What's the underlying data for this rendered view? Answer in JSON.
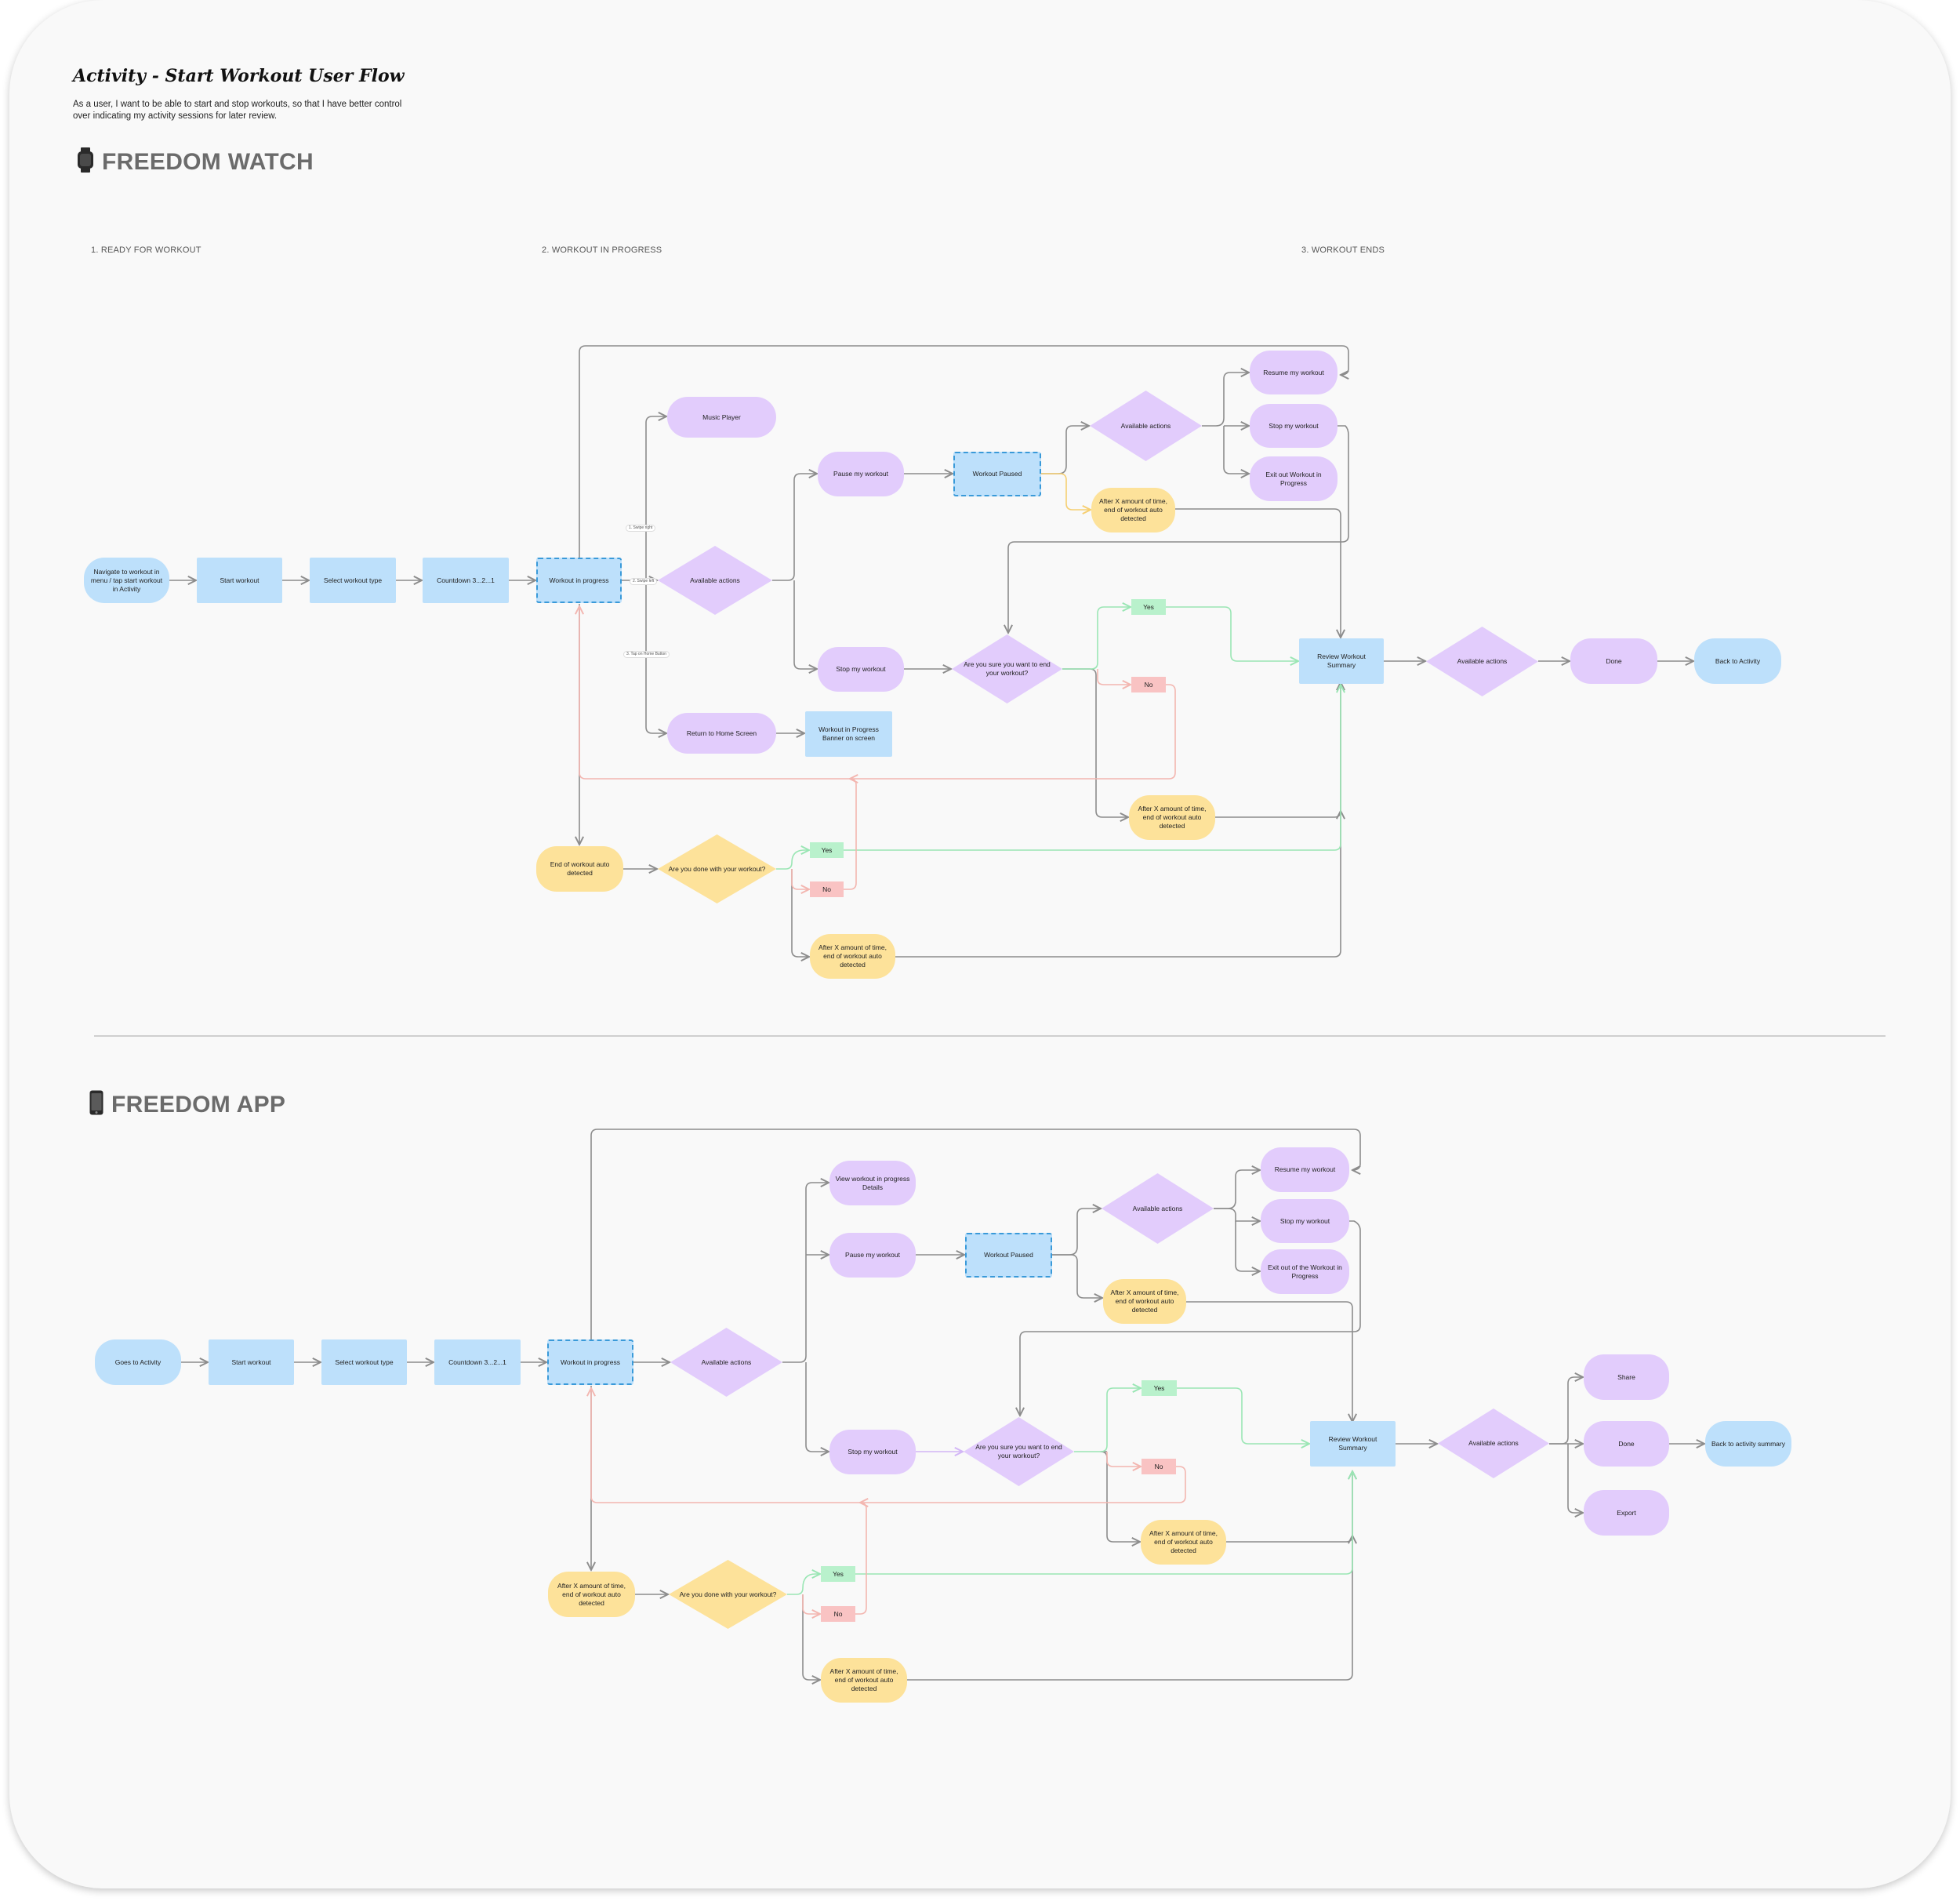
{
  "header": {
    "title": "Activity - Start Workout User Flow",
    "subtitle": "As a user, I want to be able to start and stop workouts, so that I have better control over indicating my activity sessions for later review."
  },
  "colors": {
    "process": "#bde0fb",
    "action": "#e2ccfc",
    "auto_detect": "#fde29a",
    "yes": "#b9f1cc",
    "no": "#f9c3c3",
    "connector": "#8c8c8c"
  },
  "watch": {
    "section_title": "FREEDOM WATCH",
    "icon": "watch-icon",
    "phases": [
      "1. READY FOR WORKOUT",
      "2. WORKOUT IN PROGRESS",
      "3. WORKOUT ENDS"
    ],
    "edge_labels": [
      "1. Swipe right",
      "2. Swipe left",
      "3. Tap on Home Button"
    ],
    "nodes": {
      "navigate": "Navigate to workout in menu / tap start workout in Activity",
      "start": "Start workout",
      "select_type": "Select workout type",
      "countdown": "Countdown 3...2...1",
      "in_progress": "Workout in progress",
      "available_actions_1": "Available actions",
      "music_player": "Music Player",
      "pause": "Pause my workout",
      "paused": "Workout Paused",
      "available_actions_2": "Available actions",
      "resume": "Resume my workout",
      "stop_2": "Stop my workout",
      "exit": "Exit out Workout in Progress",
      "auto_1": "After X amount of time, end of workout auto detected",
      "stop": "Stop my workout",
      "confirm": "Are you sure you want to end your workout?",
      "yes_1": "Yes",
      "no_1": "No",
      "auto_2": "After X amount of time, end of workout auto detected",
      "return_home": "Return to Home Screen",
      "banner": "Workout in Progress Banner on screen",
      "end_detected": "End of workout auto detected",
      "done_q": "Are you done with your workout?",
      "yes_2": "Yes",
      "no_2": "No",
      "auto_3": "After X amount of time, end of workout auto detected",
      "review": "Review Workout Summary",
      "available_actions_3": "Available actions",
      "done": "Done",
      "back": "Back to Activity"
    }
  },
  "app": {
    "section_title": "FREEDOM APP",
    "icon": "phone-icon",
    "nodes": {
      "goes_to": "Goes to Activity",
      "start": "Start workout",
      "select_type": "Select workout type",
      "countdown": "Countdown 3...2...1",
      "in_progress": "Workout in progress",
      "available_actions_1": "Available actions",
      "view_details": "View workout in progress Details",
      "pause": "Pause my workout",
      "paused": "Workout Paused",
      "available_actions_2": "Available actions",
      "resume": "Resume my workout",
      "stop_2": "Stop my workout",
      "exit": "Exit out of the Workout in Progress",
      "auto_1": "After X amount of time, end of workout auto detected",
      "stop": "Stop my workout",
      "confirm": "Are you sure you want to end your workout?",
      "yes_1": "Yes",
      "no_1": "No",
      "auto_2": "After X amount of time, end of workout auto detected",
      "auto_start": "After X amount of time, end of workout auto detected",
      "done_q": "Are you done with your workout?",
      "yes_2": "Yes",
      "no_2": "No",
      "auto_3": "After X amount of time, end of workout auto detected",
      "review": "Review Workout Summary",
      "available_actions_3": "Available actions",
      "share": "Share",
      "done": "Done",
      "export": "Export",
      "back": "Back to activity summary"
    }
  }
}
